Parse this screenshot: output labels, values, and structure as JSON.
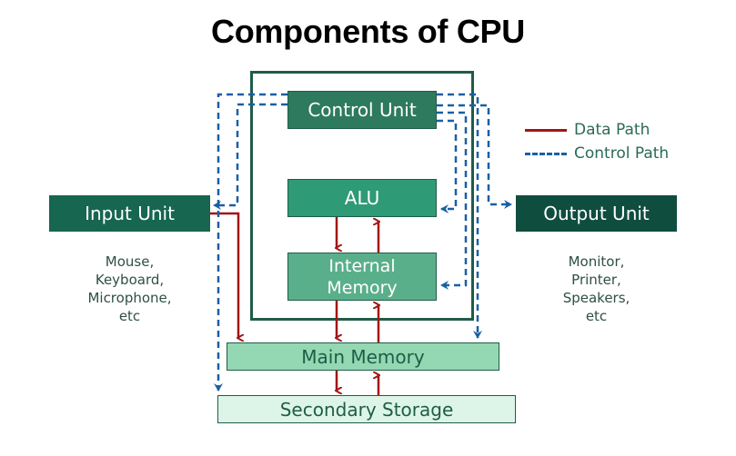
{
  "title": "Components of CPU",
  "colors": {
    "data_path": "#a31515",
    "control_path": "#1a5fa6",
    "frame": "#1f5c49"
  },
  "components": {
    "control_unit": "Control Unit",
    "alu": "ALU",
    "internal_memory_line1": "Internal",
    "internal_memory_line2": "Memory",
    "main_memory": "Main Memory",
    "secondary_storage": "Secondary Storage",
    "input_unit": "Input Unit",
    "output_unit": "Output Unit"
  },
  "input_examples": [
    "Mouse,",
    "Keyboard,",
    "Microphone,",
    "etc"
  ],
  "output_examples": [
    "Monitor,",
    "Printer,",
    "Speakers,",
    "etc"
  ],
  "legend": {
    "data_path": "Data Path",
    "control_path": "Control Path"
  }
}
